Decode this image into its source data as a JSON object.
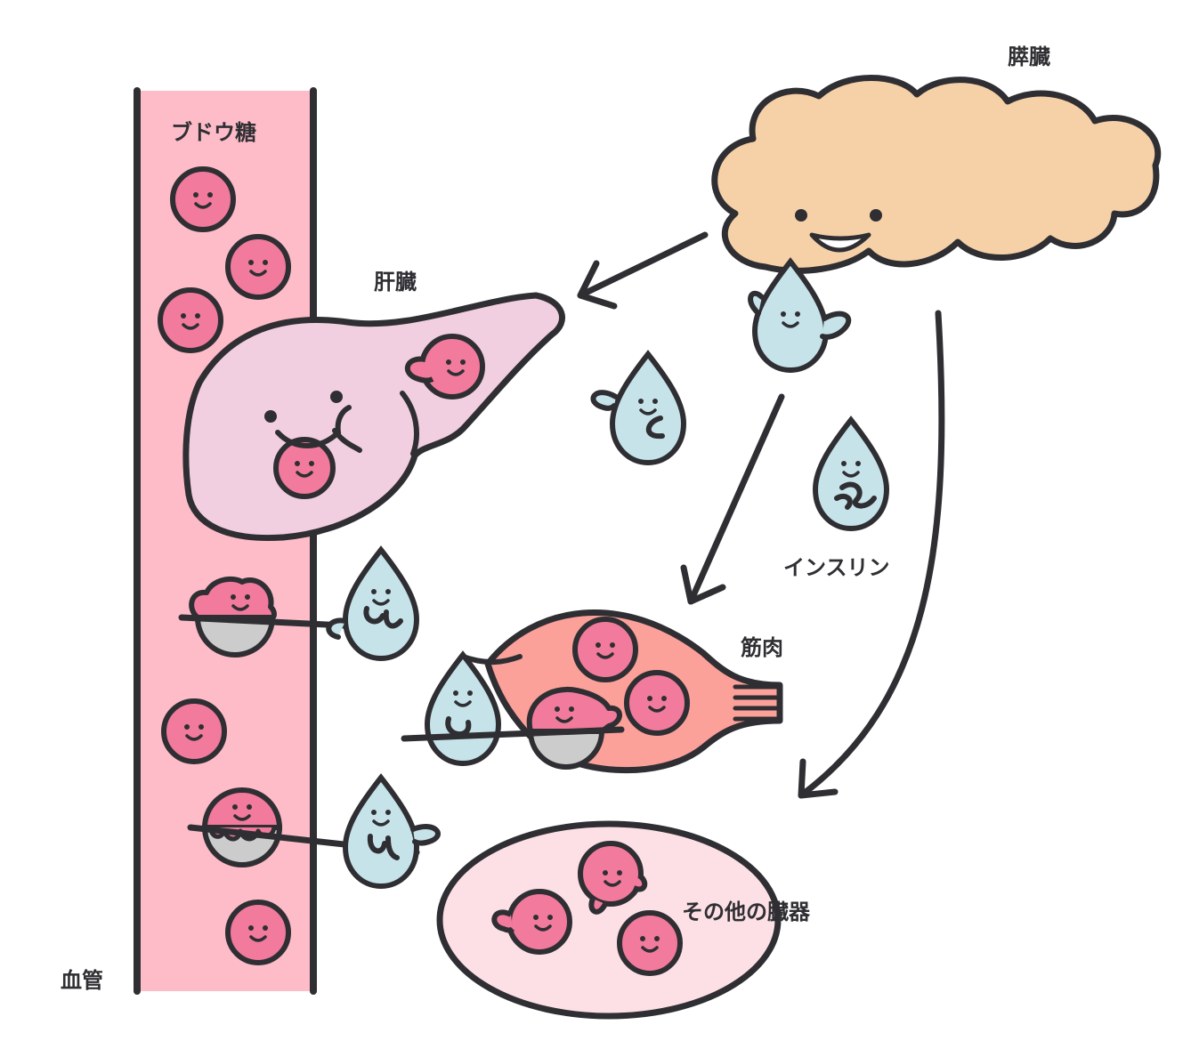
{
  "labels": {
    "glucose": "ブドウ糖",
    "pancreas": "膵臓",
    "liver": "肝臓",
    "insulin": "インスリン",
    "muscle": "筋肉",
    "other_organs": "その他の臓器",
    "blood_vessel": "血管"
  },
  "colors": {
    "outline": "#2f2f33",
    "blood_vessel": "#fdbcc8",
    "glucose": "#f27a9c",
    "pancreas": "#f6d1a8",
    "liver": "#f2cfe0",
    "insulin": "#c6e3ea",
    "muscle": "#fca09a",
    "other_organs": "#fde0e6",
    "transporter": "#cccccc"
  }
}
